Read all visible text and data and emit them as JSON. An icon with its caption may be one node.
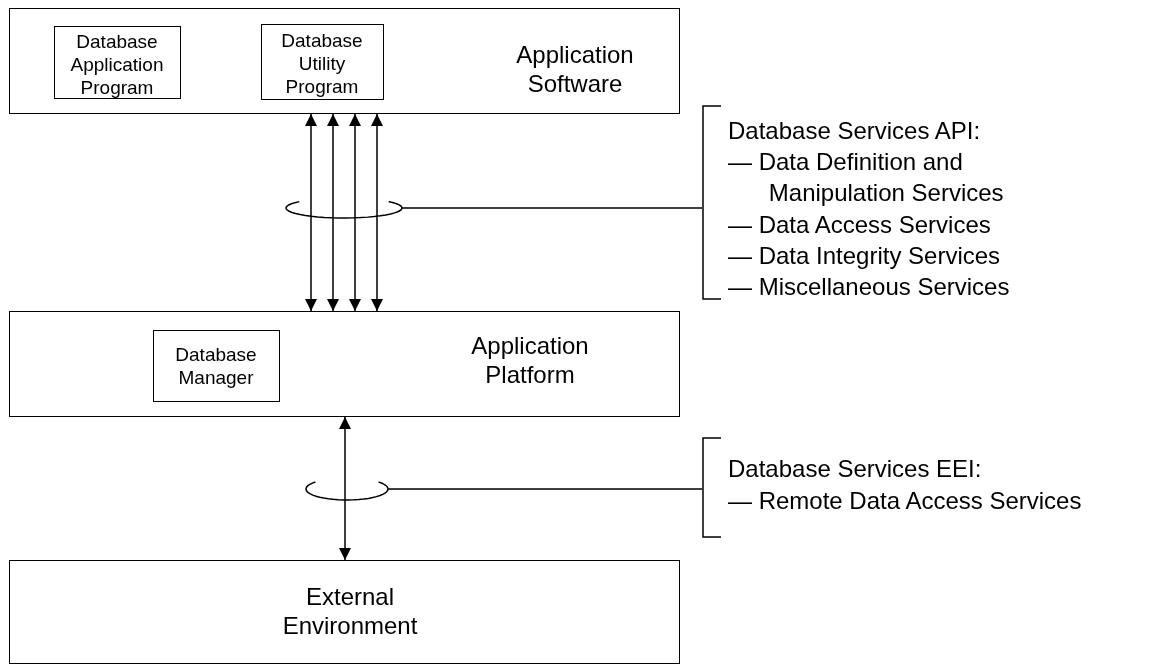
{
  "diagram": {
    "nodes": [
      {
        "text": [
          "Application Software"
        ]
      },
      {
        "text": [
          "Database Application Program"
        ],
        "in": 0
      },
      {
        "text": [
          "Database Utility Program"
        ],
        "in": 0
      },
      {
        "text": [
          "Database Services API:",
          "— Data Definition and Manipulation Services",
          "— Data Access Services",
          "— Data Integrity Services",
          "— Miscellaneous Services"
        ]
      },
      {
        "text": [
          "Application Platform"
        ]
      },
      {
        "text": [
          "Database Manager"
        ],
        "in": 4
      },
      {
        "text": [
          "Database Services EEI:",
          "— Remote Data Access Services"
        ]
      },
      {
        "text": [
          "External Environment"
        ]
      }
    ],
    "edges": [
      {
        "from": 0,
        "to": 4,
        "arrow": "both"
      },
      {
        "from": 0,
        "to": 4,
        "arrow": "both"
      },
      {
        "from": 0,
        "to": 4,
        "arrow": "both"
      },
      {
        "from": 0,
        "to": 4,
        "arrow": "both"
      },
      {
        "from": 3,
        "to": null,
        "arrow": "none"
      },
      {
        "from": 4,
        "to": 7,
        "arrow": "both"
      },
      {
        "from": 6,
        "to": null,
        "arrow": "none"
      }
    ]
  }
}
